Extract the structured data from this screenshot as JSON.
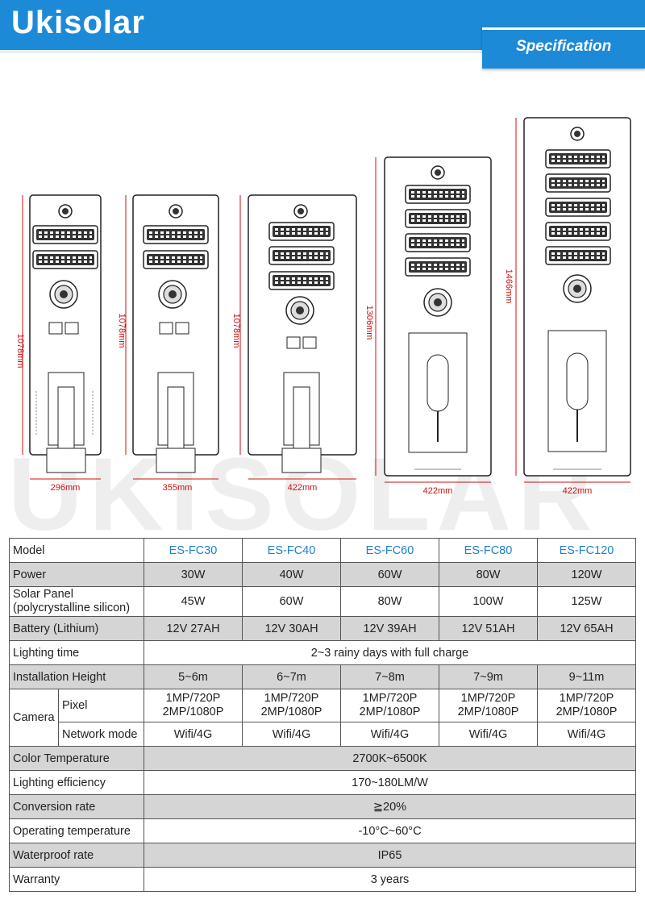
{
  "header": {
    "brand": "Ukisolar",
    "section_tab": "Specification"
  },
  "watermark": "UKISOLAR",
  "drawings": {
    "lamps": [
      {
        "model": "ES-FC30",
        "height_label": "1078mm",
        "width_label": "296mm"
      },
      {
        "model": "ES-FC40",
        "height_label": "1078mm",
        "width_label": "355mm"
      },
      {
        "model": "ES-FC60",
        "height_label": "1078mm",
        "width_label": "422mm"
      },
      {
        "model": "ES-FC80",
        "height_label": "1306mm",
        "width_label": "422mm"
      },
      {
        "model": "ES-FC120",
        "height_label": "1466mm",
        "width_label": "422mm"
      }
    ],
    "dimension_color": "#cc1111"
  },
  "table": {
    "rows": {
      "model": {
        "label": "Model",
        "values": [
          "ES-FC30",
          "ES-FC40",
          "ES-FC60",
          "ES-FC80",
          "ES-FC120"
        ]
      },
      "power": {
        "label": "Power",
        "values": [
          "30W",
          "40W",
          "60W",
          "80W",
          "120W"
        ]
      },
      "solar": {
        "label_line1": "Solar Panel",
        "label_line2": "(polycrystalline silicon)",
        "values": [
          "45W",
          "60W",
          "80W",
          "100W",
          "125W"
        ]
      },
      "battery": {
        "label": "Battery (Lithium)",
        "values": [
          "12V 27AH",
          "12V 30AH",
          "12V 39AH",
          "12V 51AH",
          "12V 65AH"
        ]
      },
      "lighting_time": {
        "label": "Lighting time",
        "value": "2~3 rainy days with full charge"
      },
      "height": {
        "label": "Installation Height",
        "values": [
          "5~6m",
          "6~7m",
          "7~8m",
          "7~9m",
          "9~11m"
        ]
      },
      "camera": {
        "label": "Camera",
        "pixel_label": "Pixel",
        "pixel_line1": "1MP/720P",
        "pixel_line2": "2MP/1080P",
        "network_label": "Network mode",
        "network_value": "Wifi/4G"
      },
      "color_temp": {
        "label": "Color Temperature",
        "value": "2700K~6500K"
      },
      "efficiency": {
        "label": "Lighting efficiency",
        "value": "170~180LM/W"
      },
      "conversion": {
        "label": "Conversion rate",
        "value": "≧20%"
      },
      "operating": {
        "label": "Operating temperature",
        "value": "-10°C~60°C"
      },
      "waterproof": {
        "label": "Waterproof rate",
        "value": "IP65"
      },
      "warranty": {
        "label": "Warranty",
        "value": "3 years"
      }
    }
  }
}
